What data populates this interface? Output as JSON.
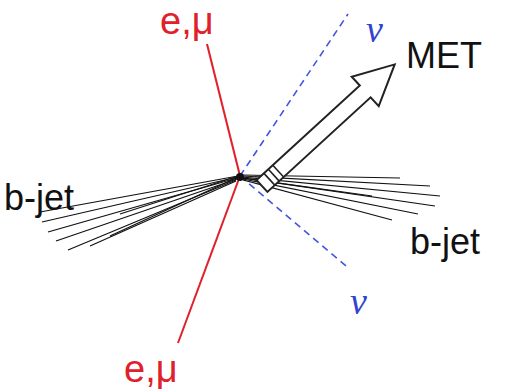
{
  "diagram": {
    "labels": [
      "e,μ",
      "ν",
      "MET",
      "b-jet",
      "b-jet",
      "ν",
      "e,μ"
    ]
  }
}
